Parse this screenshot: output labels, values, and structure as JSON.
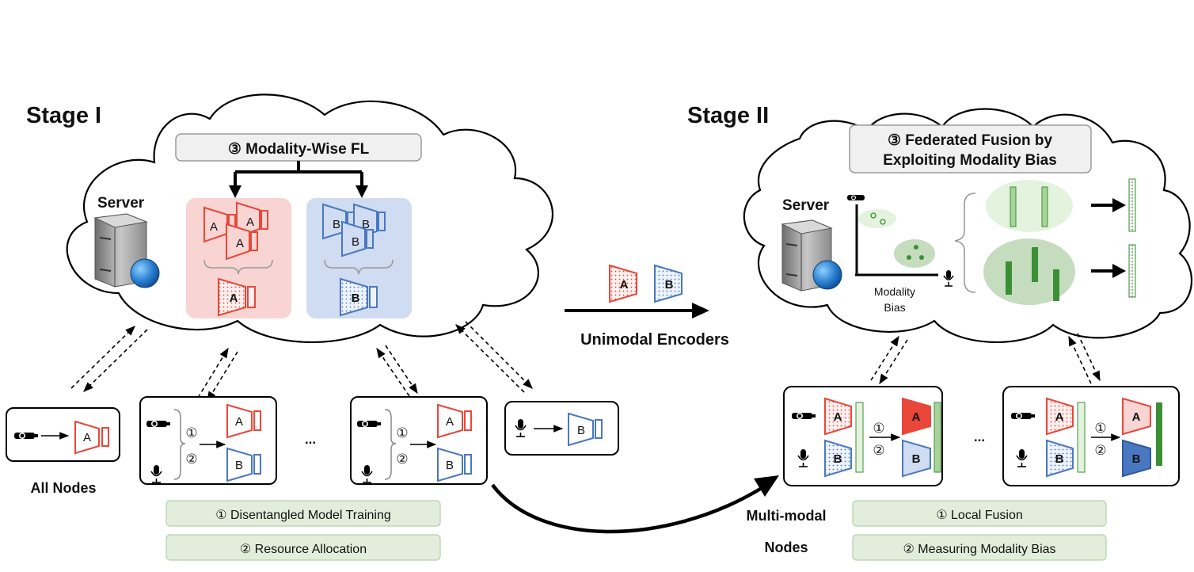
{
  "stage1": {
    "title": "Stage I",
    "fl_box": "③ Modality-Wise FL",
    "server_label": "Server",
    "all_nodes": "All Nodes",
    "legend_1": "① Disentangled Model Training",
    "legend_2": "② Resource Allocation",
    "ellipsis": "...",
    "enc_a": "A",
    "enc_b": "B",
    "step_1": "①",
    "step_2": "②"
  },
  "transfer": {
    "label": "Unimodal Encoders",
    "enc_a": "A",
    "enc_b": "B"
  },
  "stage2": {
    "title": "Stage II",
    "fusion_box_line1": "③ Federated Fusion by",
    "fusion_box_line2": "Exploiting Modality Bias",
    "server_label": "Server",
    "bias_line1": "Modality",
    "bias_line2": "Bias",
    "nodes_line1": "Multi-modal",
    "nodes_line2": "Nodes",
    "legend_1": "① Local Fusion",
    "legend_2": "② Measuring Modality Bias",
    "ellipsis": "...",
    "enc_a": "A",
    "enc_b": "B",
    "step_1": "①",
    "step_2": "②"
  },
  "colors": {
    "red": "#e8473a",
    "blue": "#4a78c0",
    "red_fill": "#f8d5d2",
    "blue_fill": "#cfdcf1",
    "green_box": "#e3efdc",
    "green_bar": "#3b8f35",
    "green_light": "#a8d49b",
    "legend_fill": "#e2eedb",
    "legend_stroke": "#b7cfa9"
  },
  "icons": [
    "camera-icon",
    "microphone-icon",
    "server-icon",
    "globe-icon"
  ]
}
